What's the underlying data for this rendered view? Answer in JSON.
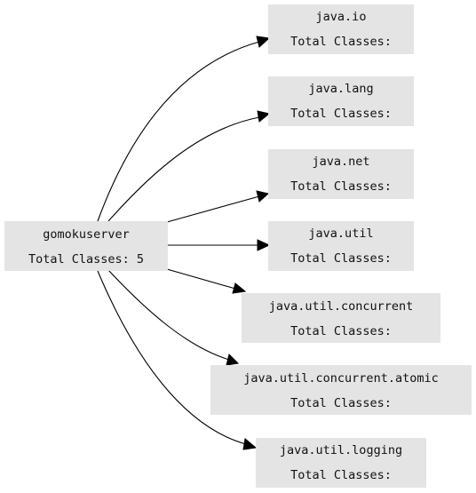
{
  "diagram": {
    "source": {
      "name": "gomokuserver",
      "count_label": "Total Classes: 5"
    },
    "targets": [
      {
        "name": "java.io",
        "count_label": "Total Classes:"
      },
      {
        "name": "java.lang",
        "count_label": "Total Classes:"
      },
      {
        "name": "java.net",
        "count_label": "Total Classes:"
      },
      {
        "name": "java.util",
        "count_label": "Total Classes:"
      },
      {
        "name": "java.util.concurrent",
        "count_label": "Total Classes:"
      },
      {
        "name": "java.util.concurrent.atomic",
        "count_label": "Total Classes:"
      },
      {
        "name": "java.util.logging",
        "count_label": "Total Classes:"
      }
    ]
  },
  "colors": {
    "node_fill": "#e4e4e4",
    "edge": "#000000",
    "text": "#111111"
  }
}
